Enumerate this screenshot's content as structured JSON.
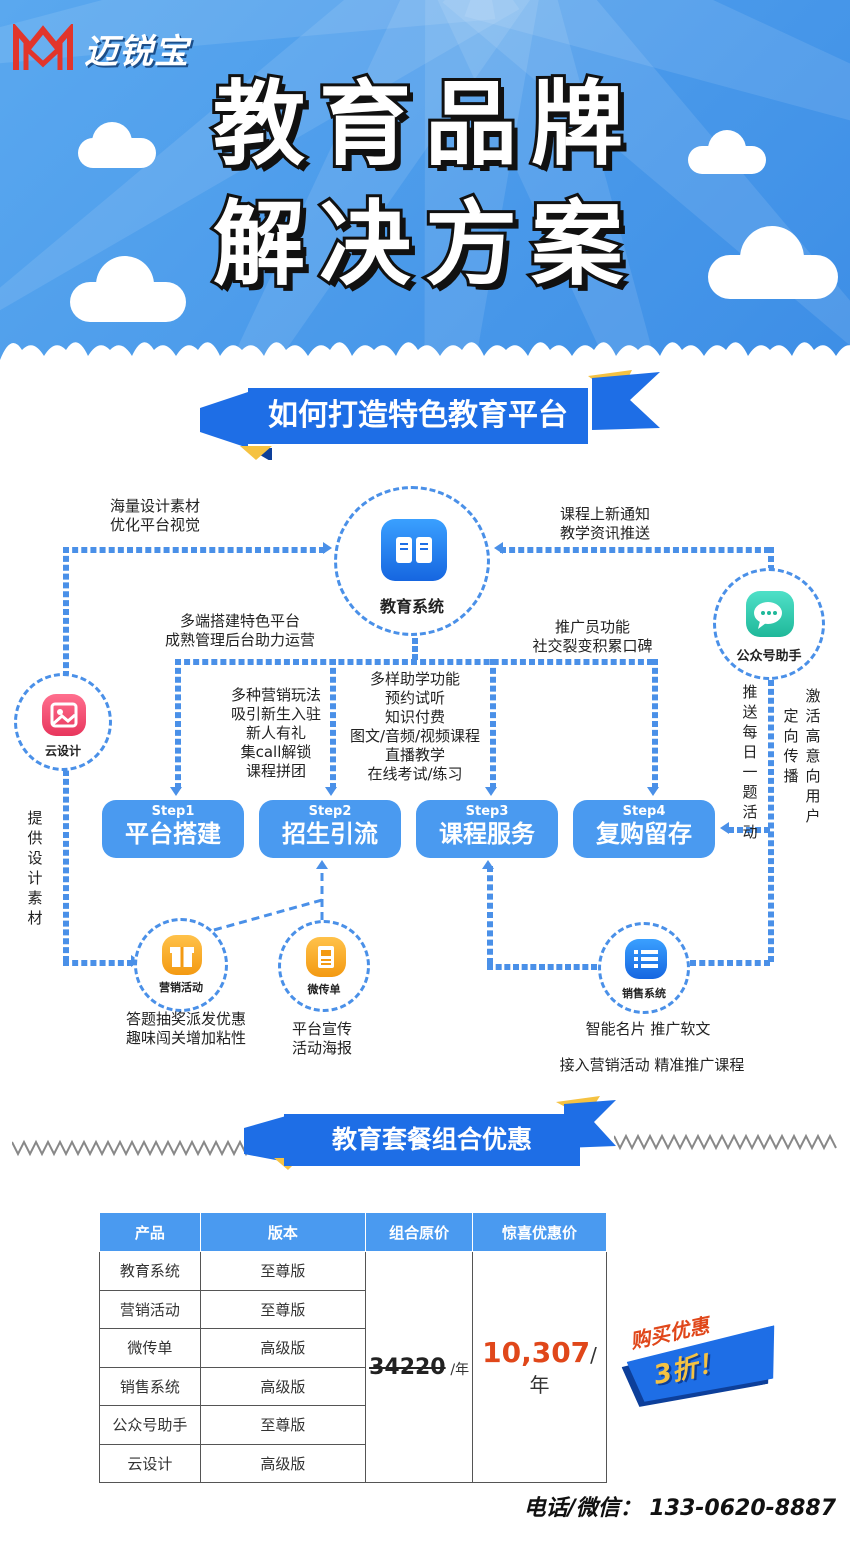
{
  "brand": {
    "name": "迈锐宝"
  },
  "hero": {
    "line1": "教育品牌",
    "line2": "解决方案"
  },
  "section1": {
    "title": "如何打造特色教育平台"
  },
  "diagram": {
    "center": {
      "label": "教育系统"
    },
    "left_top_note": [
      "海量设计素材",
      "优化平台视觉"
    ],
    "right_top_note": [
      "课程上新通知",
      "教学资讯推送"
    ],
    "center_left_note": [
      "多端搭建特色平台",
      "成熟管理后台助力运营"
    ],
    "center_right_note": [
      "推广员功能",
      "社交裂变积累口碑"
    ],
    "step2_features": [
      "多种营销玩法",
      "吸引新生入驻",
      "新人有礼",
      "集call解锁",
      "课程拼团"
    ],
    "step3_features": [
      "多样助学功能",
      "预约试听",
      "知识付费",
      "图文/音频/视频课程",
      "直播教学",
      "在线考试/练习"
    ],
    "nodes": {
      "cloud_design": "云设计",
      "wechat_assistant": "公众号助手",
      "marketing": "营销活动",
      "micro_flyer": "微传单",
      "sales": "销售系统"
    },
    "steps": [
      {
        "tag": "Step1",
        "label": "平台搭建"
      },
      {
        "tag": "Step2",
        "label": "招生引流"
      },
      {
        "tag": "Step3",
        "label": "课程服务"
      },
      {
        "tag": "Step4",
        "label": "复购留存"
      }
    ],
    "vertical_left": "提供设计素材",
    "vertical_right1": "推送每日一题活动",
    "vertical_right2": "定向传播",
    "vertical_right3": "激活高意向用户",
    "marketing_note": [
      "答题抽奖派发优惠",
      "趣味闯关增加粘性"
    ],
    "flyer_note": [
      "平台宣传",
      "活动海报"
    ],
    "sales_note1": "智能名片 推广软文",
    "sales_note2": "接入营销活动 精准推广课程"
  },
  "section2": {
    "title": "教育套餐组合优惠"
  },
  "table": {
    "headers": [
      "产品",
      "版本",
      "组合原价",
      "惊喜优惠价"
    ],
    "rows": [
      [
        "教育系统",
        "至尊版"
      ],
      [
        "营销活动",
        "至尊版"
      ],
      [
        "微传单",
        "高级版"
      ],
      [
        "销售系统",
        "高级版"
      ],
      [
        "公众号助手",
        "至尊版"
      ],
      [
        "云设计",
        "高级版"
      ]
    ],
    "original_price": "34220",
    "original_unit": "/年",
    "sale_price": "10,307",
    "sale_unit": "/年"
  },
  "badge": {
    "line1": "购买优惠",
    "line2": "3折！"
  },
  "contact": {
    "text": "电话/微信： 133-0620-8887"
  },
  "colors": {
    "primary": "#4a9af0",
    "ribbon": "#1e6ee6",
    "accent": "#e0471a",
    "gold": "#f5c242"
  }
}
